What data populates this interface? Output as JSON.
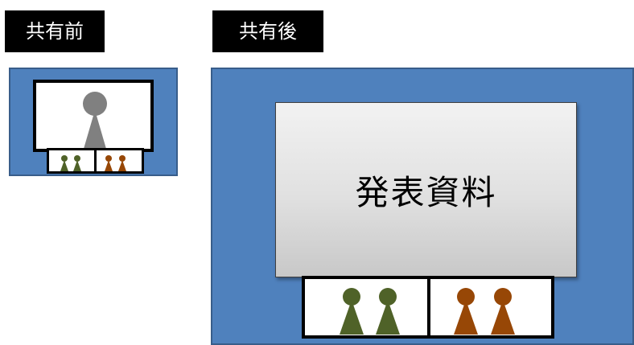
{
  "before": {
    "label": "共有前"
  },
  "after": {
    "label": "共有後",
    "slide_text": "発表資料"
  },
  "colors": {
    "screen_blue": "#4f81bd",
    "speaker_gray": "#808080",
    "participant_green": "#4f6228",
    "participant_orange": "#974706"
  }
}
